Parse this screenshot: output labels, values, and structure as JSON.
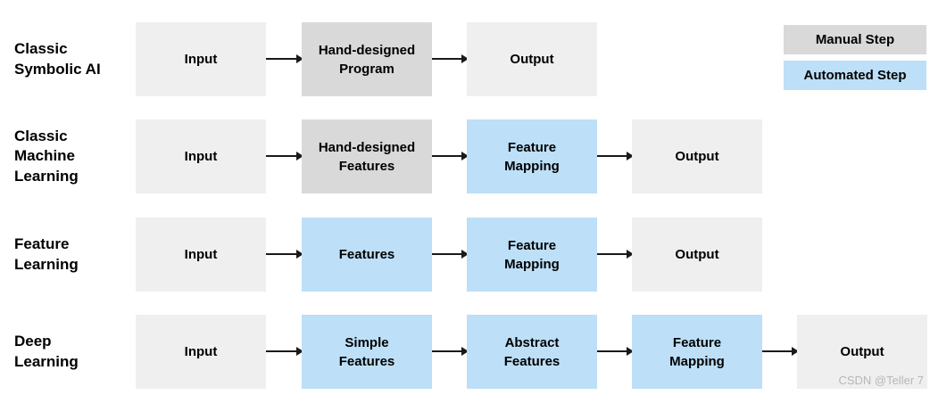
{
  "legend": {
    "items": [
      {
        "label": "Manual Step",
        "type": "manual"
      },
      {
        "label": "Automated Step",
        "type": "automated"
      }
    ]
  },
  "colors": {
    "manual_fill": "#d9d9d9",
    "automated_fill": "#bddff7",
    "io_fill": "#efefef",
    "arrow": "#1a1a1a",
    "text": "#000000",
    "watermark_text": "#b7b7b7",
    "background": "#ffffff"
  },
  "rows": [
    {
      "label": "Classic\nSymbolic AI",
      "boxes": [
        {
          "label": "Input",
          "type": "io"
        },
        {
          "label": "Hand-designed\nProgram",
          "type": "manual"
        },
        {
          "label": "Output",
          "type": "io"
        }
      ]
    },
    {
      "label": "Classic\nMachine\nLearning",
      "boxes": [
        {
          "label": "Input",
          "type": "io"
        },
        {
          "label": "Hand-designed\nFeatures",
          "type": "manual"
        },
        {
          "label": "Feature\nMapping",
          "type": "automated"
        },
        {
          "label": "Output",
          "type": "io"
        }
      ]
    },
    {
      "label": "Feature\nLearning",
      "boxes": [
        {
          "label": "Input",
          "type": "io"
        },
        {
          "label": "Features",
          "type": "automated"
        },
        {
          "label": "Feature\nMapping",
          "type": "automated"
        },
        {
          "label": "Output",
          "type": "io"
        }
      ]
    },
    {
      "label": "Deep\nLearning",
      "boxes": [
        {
          "label": "Input",
          "type": "io"
        },
        {
          "label": "Simple\nFeatures",
          "type": "automated"
        },
        {
          "label": "Abstract\nFeatures",
          "type": "automated"
        },
        {
          "label": "Feature\nMapping",
          "type": "automated"
        },
        {
          "label": "Output",
          "type": "io"
        }
      ]
    }
  ],
  "watermark": "CSDN @Teller 7"
}
